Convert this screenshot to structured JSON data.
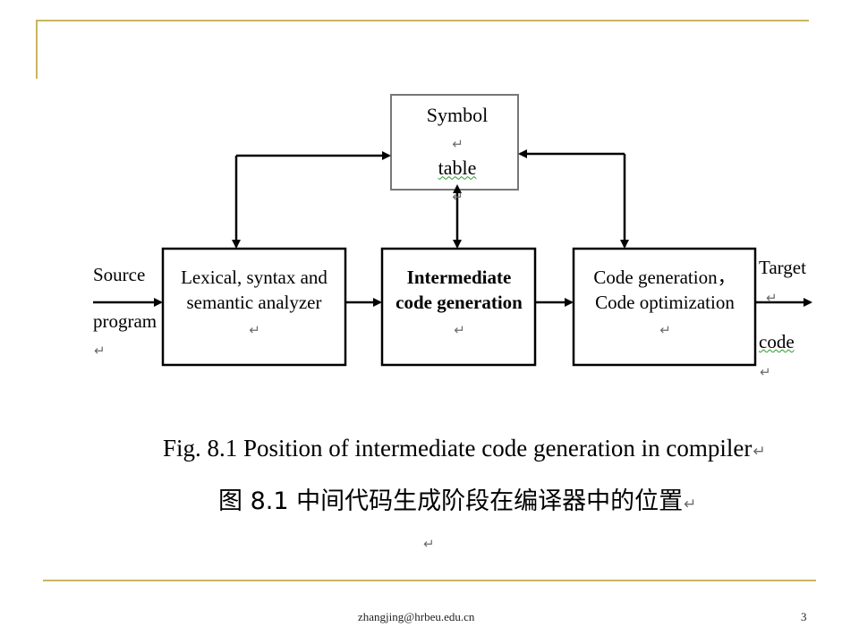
{
  "diagram": {
    "symbol_table": [
      "Symbol",
      "table"
    ],
    "analyzer": [
      "Lexical, syntax and",
      "semantic analyzer"
    ],
    "intermediate": [
      "Intermediate",
      "code generation"
    ],
    "codegen": [
      "Code generation，",
      "Code optimization"
    ],
    "source": [
      "Source",
      "program"
    ],
    "target": [
      "Target",
      "code"
    ],
    "paragraph_mark": "↵"
  },
  "caption": {
    "english": "Fig. 8.1 Position of intermediate code generation in compiler",
    "chinese": "图 8.1 中间代码生成阶段在编译器中的位置"
  },
  "footer": {
    "email": "zhangjing@hrbeu.edu.cn",
    "page_number": "3"
  }
}
